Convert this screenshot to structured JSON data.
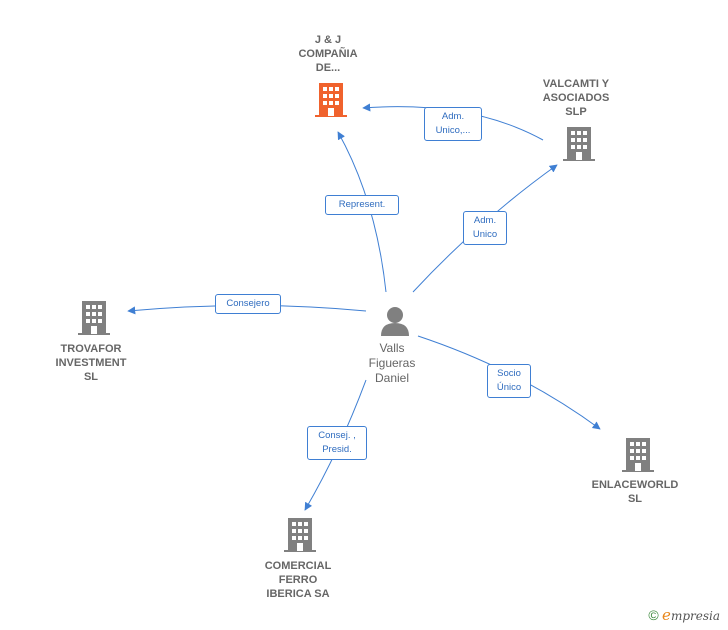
{
  "nodes": {
    "jj": {
      "label": "J & J\nCOMPAÑIA\nDE..."
    },
    "valcamti": {
      "label": "VALCAMTI Y\nASOCIADOS\nSLP"
    },
    "trovafor": {
      "label": "TROVAFOR\nINVESTMENT\nSL"
    },
    "person": {
      "label": "Valls\nFigueras\nDaniel"
    },
    "enlaceworld": {
      "label": "ENLACEWORLD\nSL"
    },
    "comercial": {
      "label": "COMERCIAL\nFERRO\nIBERICA SA"
    }
  },
  "edges": {
    "adm_unico_dots": "Adm.\nUnico,...",
    "represent": "Represent.",
    "adm_unico": "Adm.\nUnico",
    "consejero": "Consejero",
    "socio_unico": "Socio\nÚnico",
    "consej_presid": "Consej. ,\nPresid."
  },
  "colors": {
    "edge": "#3f7fd3",
    "building_default": "#808080",
    "building_highlight": "#f0622d",
    "person": "#808080"
  },
  "icons": {
    "company": "building-icon",
    "person": "person-icon"
  },
  "footer": {
    "symbol": "©",
    "brand_initial": "e",
    "brand_rest": "mpresia"
  }
}
